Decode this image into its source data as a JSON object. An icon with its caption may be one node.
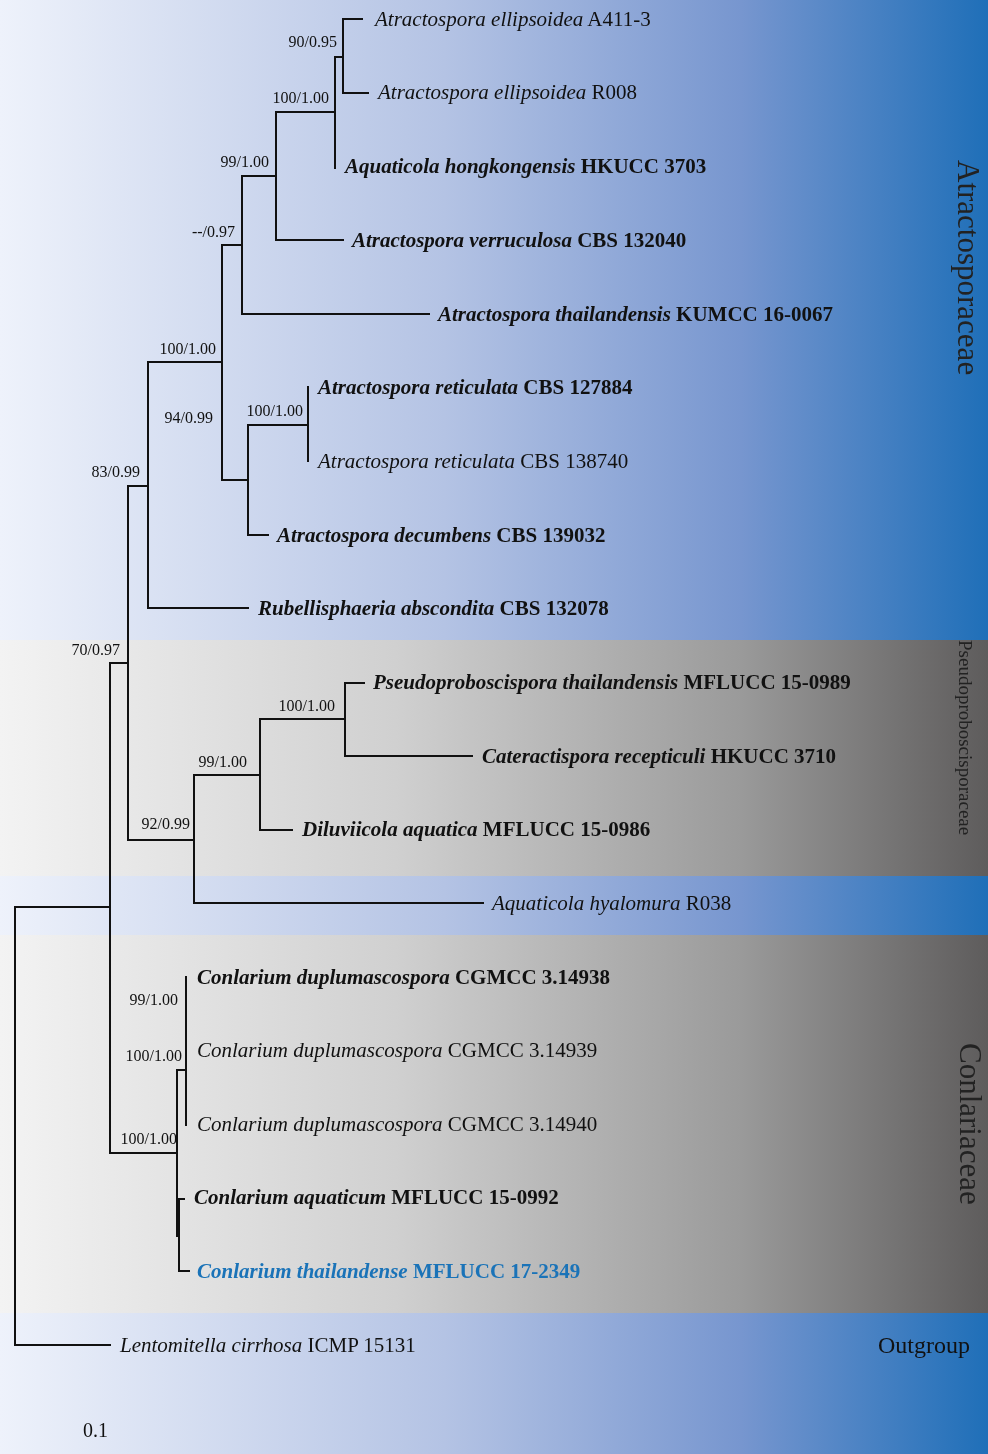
{
  "diagram": {
    "nodes": [
      {
        "text": [
          "*Atractospora ellipsoidea* A411-3"
        ]
      },
      {
        "text": [
          "*Atractospora ellipsoidea* R008"
        ]
      },
      {
        "text": [
          "*Aquaticola hongkongensis* HKUCC 3703"
        ]
      },
      {
        "text": [
          "*Atractospora verruculosa* CBS 132040"
        ]
      },
      {
        "text": [
          "*Atractospora thailandensis* KUMCC 16-0067"
        ]
      },
      {
        "text": [
          "*Atractospora reticulata* CBS 127884"
        ]
      },
      {
        "text": [
          "*Atractospora reticulata* CBS 138740"
        ]
      },
      {
        "text": [
          "*Atractospora decumbens* CBS 139032"
        ]
      },
      {
        "text": [
          "*Rubellisphaeria abscondita* CBS 132078"
        ]
      },
      {
        "text": [
          "Pseudoproboscisporaceae"
        ]
      },
      {
        "text": [
          "*Pseudoproboscispora thailandensis* MFLUCC 15-0989"
        ],
        "in": 9
      },
      {
        "text": [
          "*Cateractispora recepticuli* HKUCC 3710"
        ],
        "in": 9
      },
      {
        "text": [
          "*Diluviicola aquatica* MFLUCC 15-0986"
        ],
        "in": 9
      },
      {
        "text": [
          "*Aquaticola hyalomura* R038"
        ]
      },
      {
        "text": [
          "Conlariaceae"
        ]
      },
      {
        "text": [
          "*Conlarium duplumascospora* CGMCC 3.14938"
        ],
        "in": 14
      },
      {
        "text": [
          "*Conlarium duplumascospora* CGMCC 3.14939"
        ],
        "in": 14
      },
      {
        "text": [
          "*Conlarium duplumascospora* CGMCC 3.14940"
        ],
        "in": 14
      },
      {
        "text": [
          "*Conlarium aquaticum* MFLUCC 15-0992"
        ],
        "in": 14
      },
      {
        "text": [
          "*Conlarium thailandense* MFLUCC 17-2349"
        ],
        "in": 14
      },
      {
        "text": [
          "*Lentomitella cirrhosa* ICMP 15131"
        ]
      }
    ],
    "labels": [
      "90/0.95",
      "100/1.00",
      "99/1.00",
      "--/0.97",
      "Atractosporaceae",
      "100/1.00",
      "100/1.00",
      "94/0.99",
      "83/0.99",
      "70/0.97",
      "100/1.00",
      "99/1.00",
      "92/0.99",
      "99/1.00",
      "100/1.00",
      "100/1.00",
      "Outgroup",
      "0.1"
    ]
  }
}
